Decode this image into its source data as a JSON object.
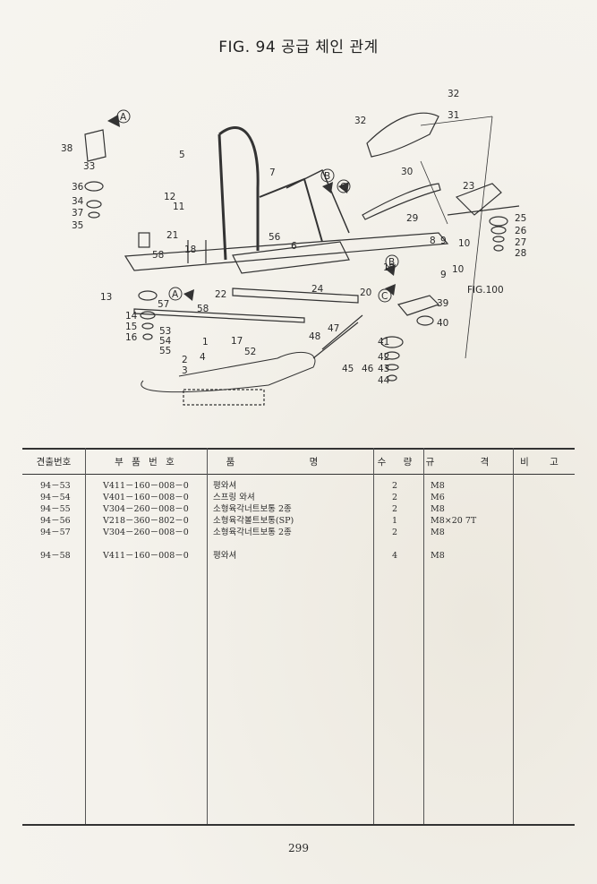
{
  "header": {
    "title": "FIG. 94 공급 체인 관계"
  },
  "diagram": {
    "callouts": [
      "32",
      "31",
      "32",
      "5",
      "33",
      "7",
      "30",
      "23",
      "25",
      "26",
      "27",
      "28",
      "12",
      "11",
      "29",
      "36",
      "34",
      "37",
      "35",
      "21",
      "56",
      "6",
      "8",
      "9",
      "10",
      "18",
      "58",
      "19",
      "FIG.100",
      "9",
      "10",
      "22",
      "24",
      "20",
      "39",
      "13",
      "57",
      "58",
      "40",
      "14",
      "15",
      "16",
      "17",
      "47",
      "53",
      "54",
      "55",
      "48",
      "41",
      "42",
      "43",
      "44",
      "52",
      "1",
      "2",
      "3",
      "4",
      "45",
      "46",
      "38"
    ],
    "markers": [
      "A",
      "A",
      "B",
      "C",
      "B",
      "C"
    ]
  },
  "table": {
    "headers": [
      "견출번호",
      "부 품 번 호",
      "품 명",
      "수 량",
      "규 격",
      "비 고"
    ],
    "rows": [
      {
        "ref": "94－53",
        "part": "V411－160－008－0",
        "name": "평와셔",
        "qty": "2",
        "spec": "M8",
        "note": ""
      },
      {
        "ref": "94－54",
        "part": "V401－160－008－0",
        "name": "스프링 와셔",
        "qty": "2",
        "spec": "M6",
        "note": ""
      },
      {
        "ref": "94－55",
        "part": "V304－260－008－0",
        "name": "소형육각너트보통 2종",
        "qty": "2",
        "spec": "M8",
        "note": ""
      },
      {
        "ref": "94－56",
        "part": "V218－360－802－0",
        "name": "소형육각볼트보통(SP)",
        "qty": "1",
        "spec": "M8×20 7T",
        "note": ""
      },
      {
        "ref": "94－57",
        "part": "V304－260－008－0",
        "name": "소형육각너트보통 2종",
        "qty": "2",
        "spec": "M8",
        "note": ""
      },
      {
        "ref": "94－58",
        "part": "V411－160－008－0",
        "name": "평와셔",
        "qty": "4",
        "spec": "M8",
        "note": ""
      }
    ]
  },
  "footer": {
    "page_number": "299"
  }
}
